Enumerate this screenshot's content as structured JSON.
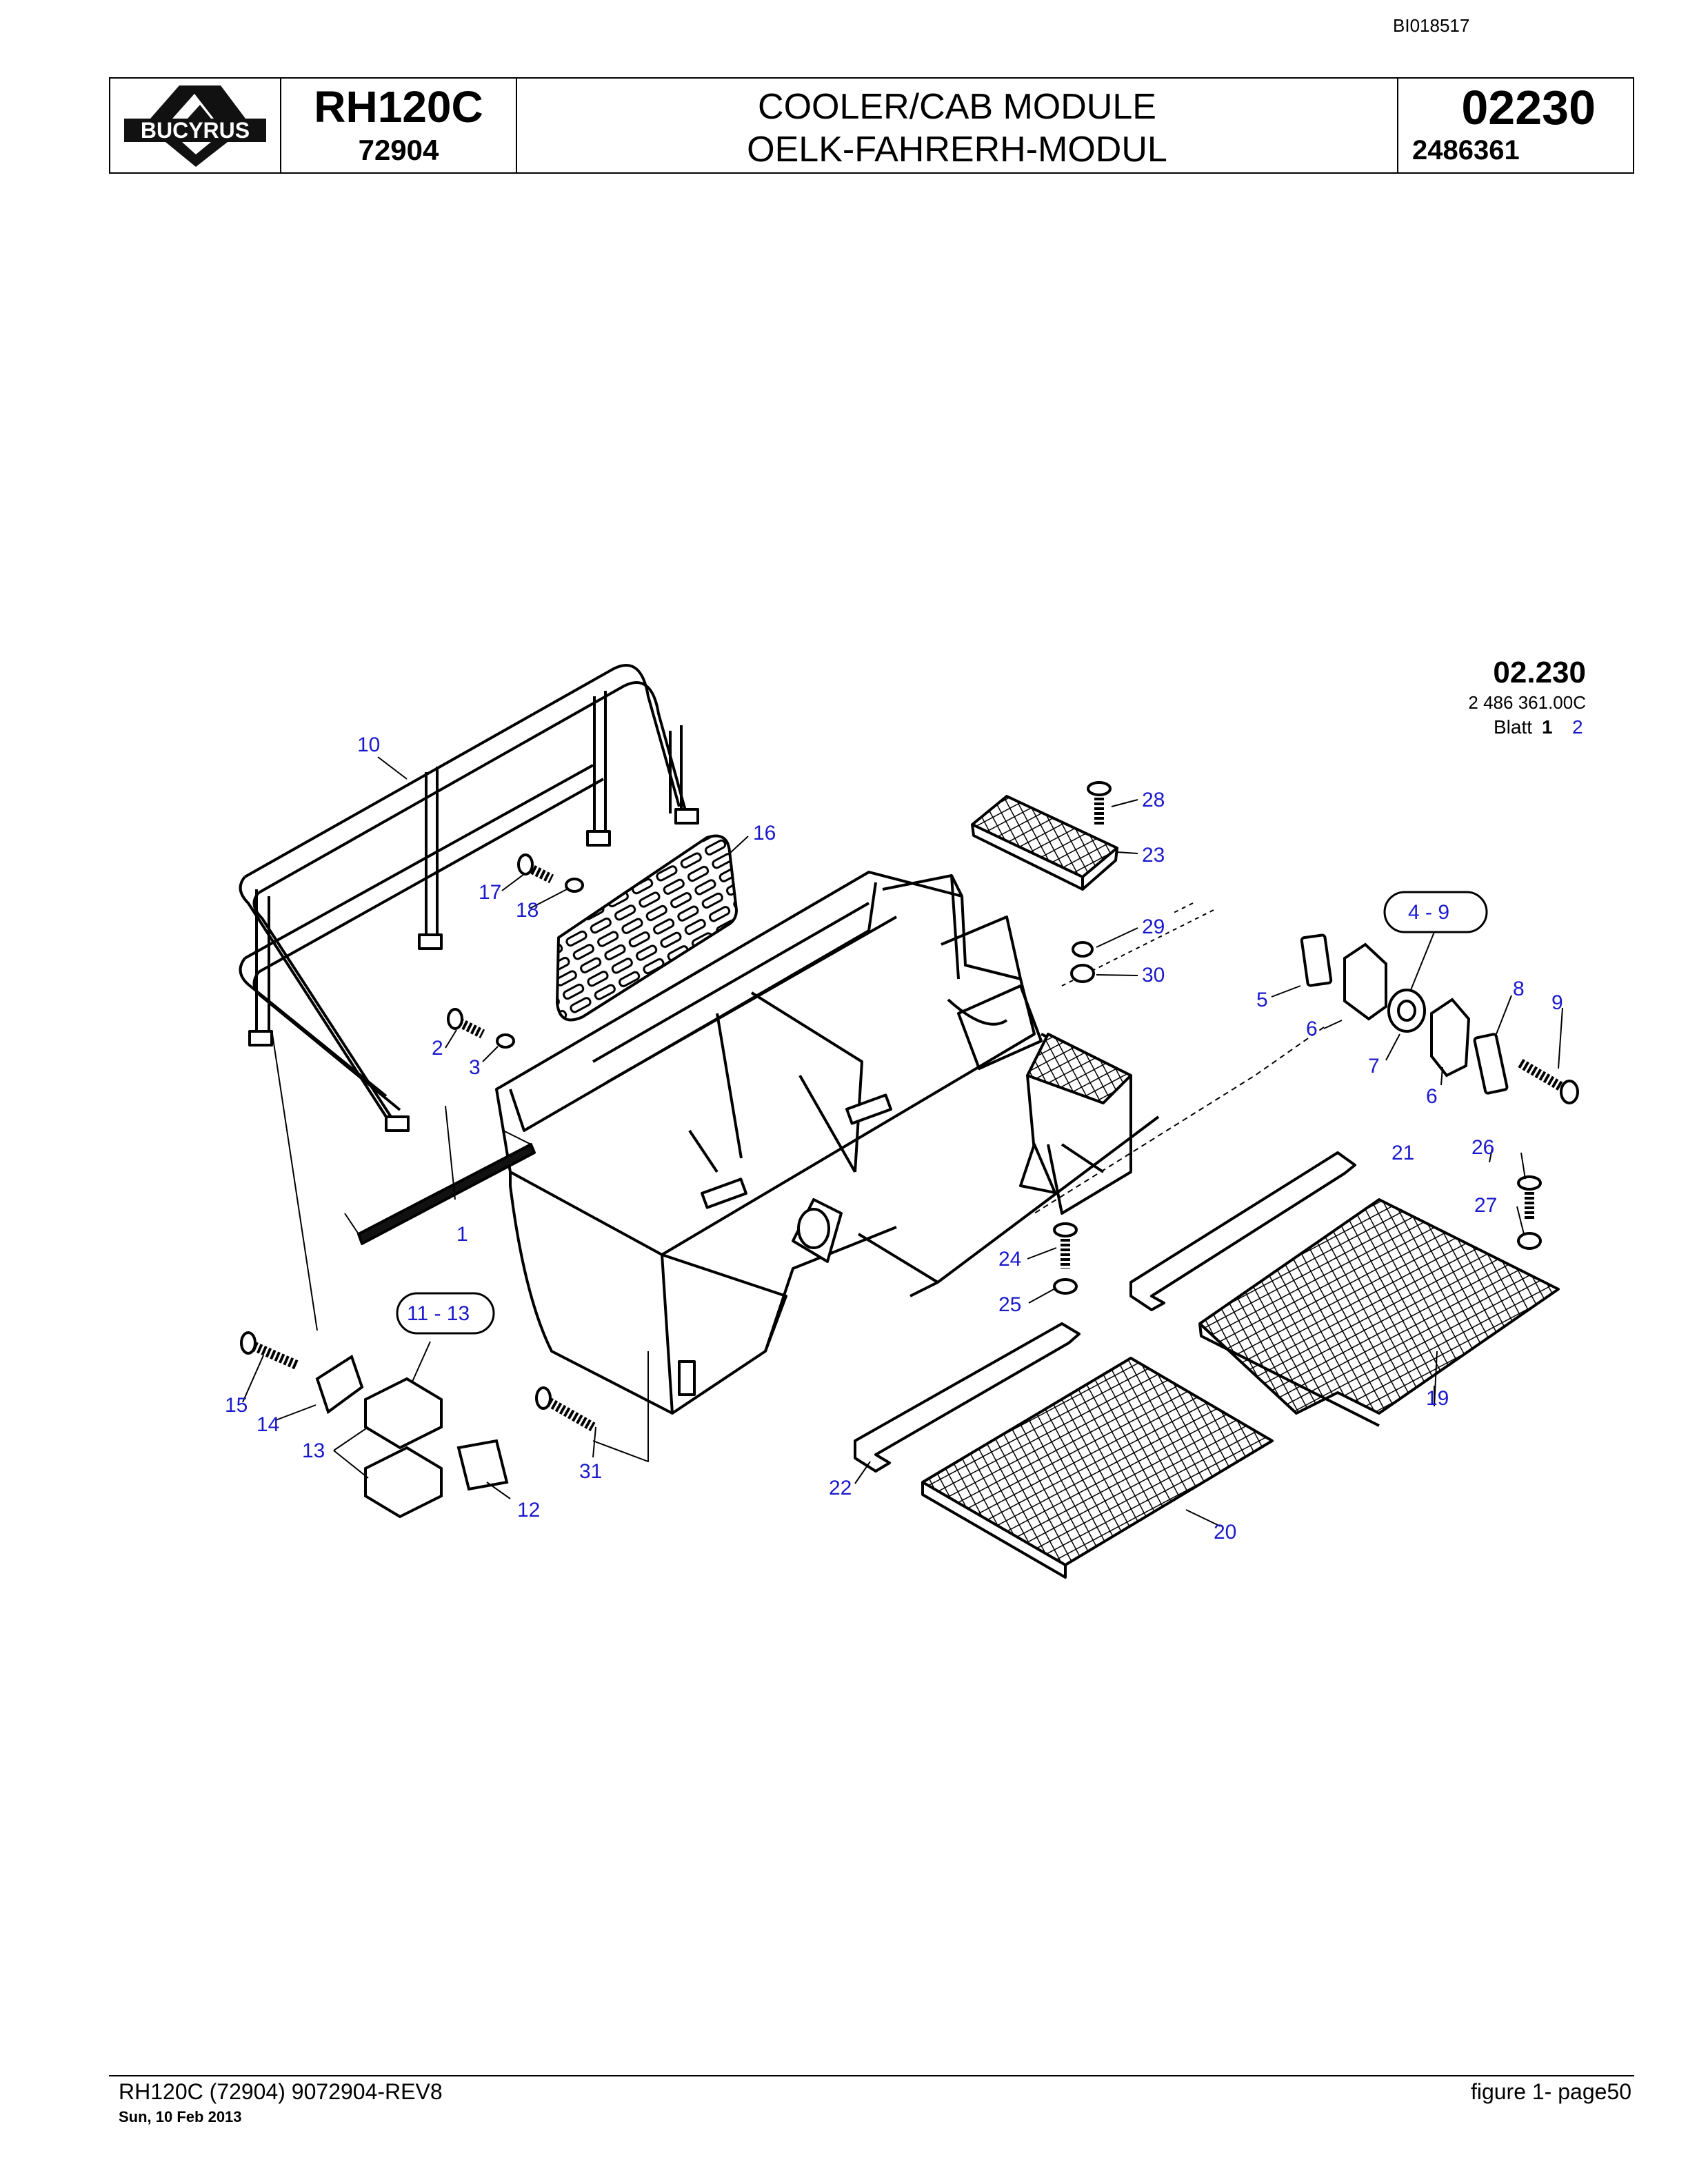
{
  "doc_id": "BI018517",
  "header": {
    "logo_text": "BUCYRUS",
    "model": "RH120C",
    "serial": "72904",
    "title_en": "COOLER/CAB MODULE",
    "title_de": "OELK-FAHRERH-MODUL",
    "group_no": "02230",
    "part_no": "2486361"
  },
  "drawing": {
    "group": "02.230",
    "drawing_no": "2 486 361.00C",
    "sheet_label": "Blatt",
    "sheet_current": "1",
    "sheet_next": "2"
  },
  "callouts": [
    "1",
    "2",
    "3",
    "4 - 9",
    "5",
    "6",
    "6",
    "7",
    "8",
    "9",
    "10",
    "11 - 13",
    "12",
    "13",
    "14",
    "15",
    "16",
    "17",
    "18",
    "19",
    "20",
    "21",
    "22",
    "23",
    "24",
    "25",
    "26",
    "27",
    "28",
    "29",
    "30",
    "31"
  ],
  "footer": {
    "left": "RH120C (72904) 9072904-REV8",
    "date": "Sun, 10 Feb 2013",
    "right": "figure  1- page50"
  }
}
